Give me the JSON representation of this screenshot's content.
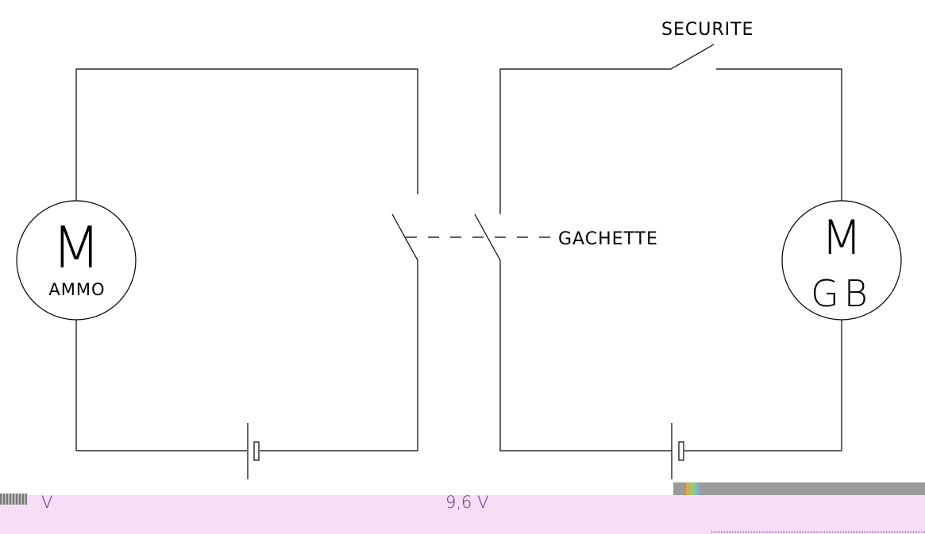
{
  "labels": {
    "safety_switch": "SECURITE",
    "trigger_switch": "GACHETTE",
    "motor_symbol": "M",
    "motor_left_name": "AMMO",
    "motor_right_name": "GB"
  },
  "footer": {
    "left_voltage": "V",
    "center_voltage": "9,6 V",
    "band_color": "#f6dff6",
    "text_color": "#5a2e8c"
  }
}
